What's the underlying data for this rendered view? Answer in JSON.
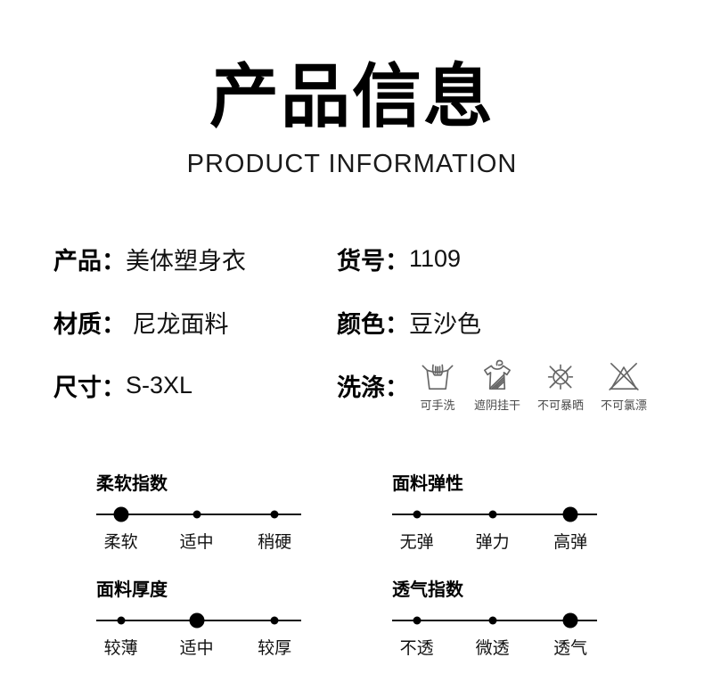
{
  "header": {
    "title": "产品信息",
    "subtitle": "PRODUCT INFORMATION"
  },
  "fields": {
    "product": {
      "label": "产品：",
      "value": "美体塑身衣"
    },
    "item_no": {
      "label": "货号：",
      "value": "1109"
    },
    "material": {
      "label": "材质：",
      "value": " 尼龙面料"
    },
    "color": {
      "label": "颜色：",
      "value": "豆沙色"
    },
    "size": {
      "label": "尺寸：",
      "value": "S-3XL"
    },
    "wash": {
      "label": "洗涤："
    }
  },
  "care": {
    "items": [
      {
        "icon": "hand-wash-icon",
        "label": "可手洗"
      },
      {
        "icon": "shade-hang-dry-icon",
        "label": "遮阴挂干"
      },
      {
        "icon": "no-sun-exposure-icon",
        "label": "不可暴晒"
      },
      {
        "icon": "no-chlorine-bleach-icon",
        "label": "不可氯漂"
      }
    ]
  },
  "scales": [
    {
      "title": "柔软指数",
      "options": [
        {
          "label": "柔软",
          "selected": true
        },
        {
          "label": "适中",
          "selected": false
        },
        {
          "label": "稍硬",
          "selected": false
        }
      ]
    },
    {
      "title": "面料弹性",
      "options": [
        {
          "label": "无弹",
          "selected": false
        },
        {
          "label": "弹力",
          "selected": false
        },
        {
          "label": "高弹",
          "selected": true
        }
      ]
    },
    {
      "title": "面料厚度",
      "options": [
        {
          "label": "较薄",
          "selected": false
        },
        {
          "label": "适中",
          "selected": true
        },
        {
          "label": "较厚",
          "selected": false
        }
      ]
    },
    {
      "title": "透气指数",
      "options": [
        {
          "label": "不透",
          "selected": false
        },
        {
          "label": "微透",
          "selected": false
        },
        {
          "label": "透气",
          "selected": true
        }
      ]
    }
  ],
  "colors": {
    "text": "#111111",
    "title": "#000000",
    "icon_stroke": "#666666",
    "caption": "#4a4a4a",
    "dot": "#000000",
    "background": "#ffffff"
  }
}
